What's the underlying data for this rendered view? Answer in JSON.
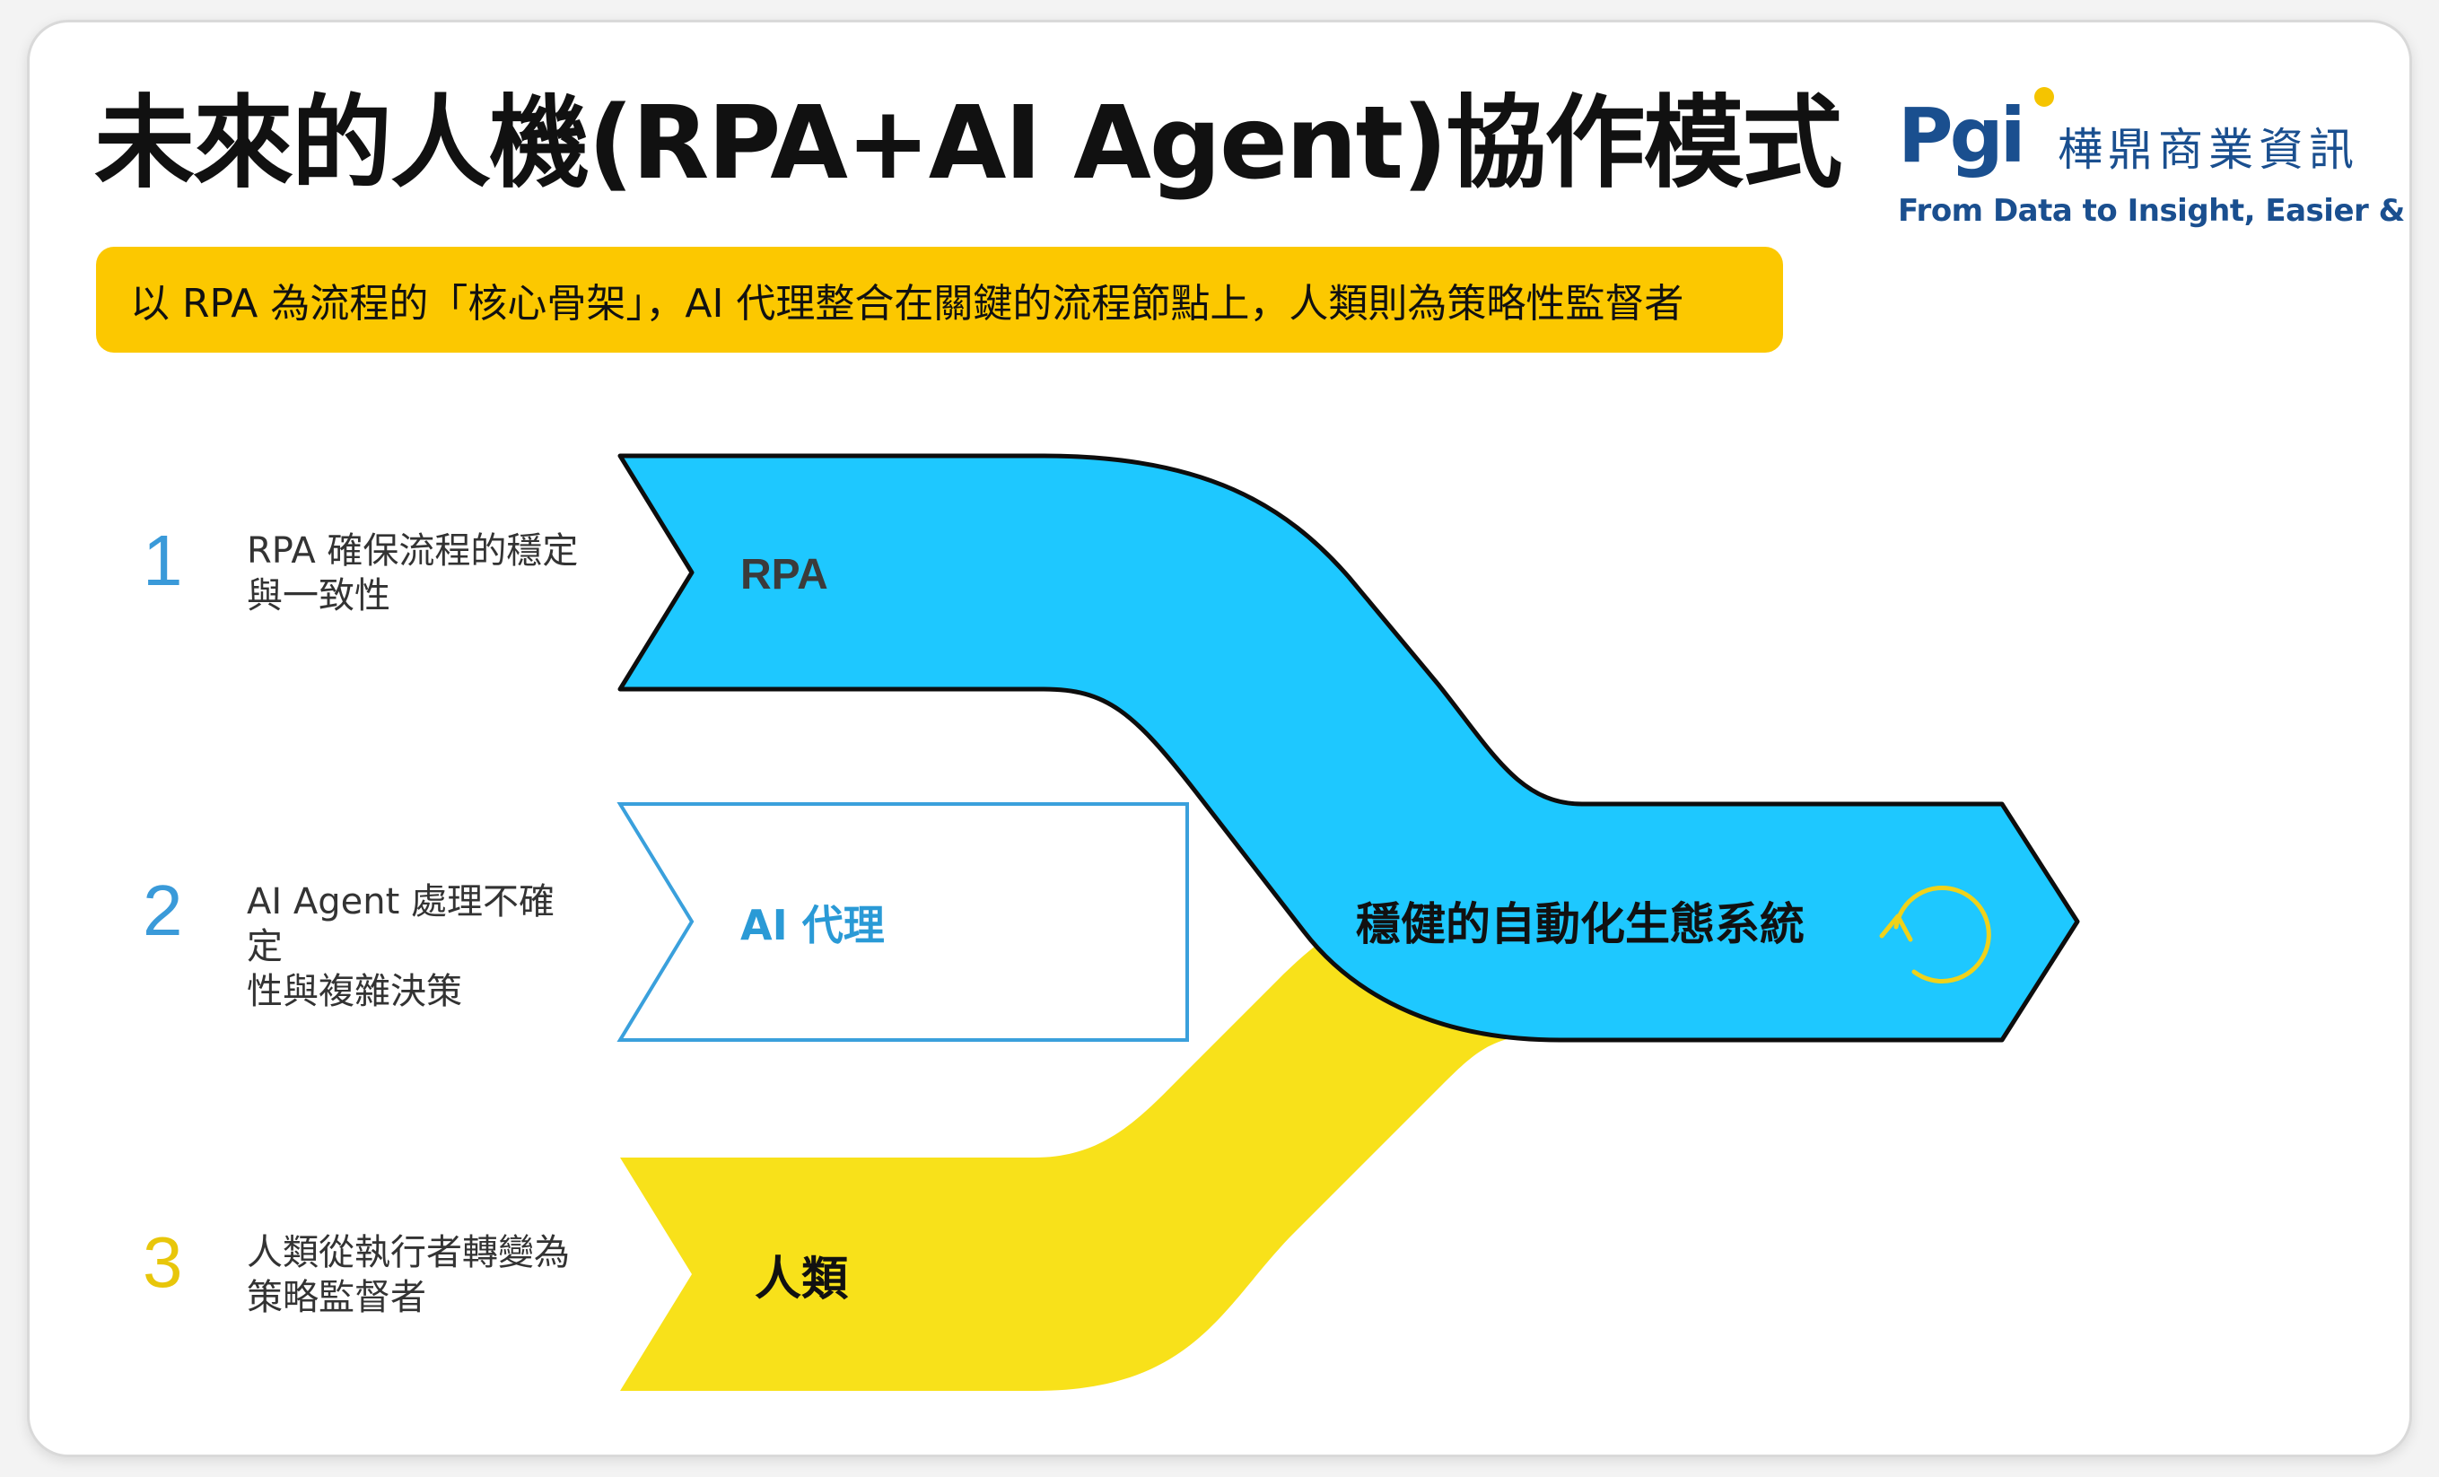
{
  "title": "未來的人機(RPA+AI Agent)協作模式",
  "logo": {
    "mark": "Pgi",
    "name": "樺鼎商業資訊",
    "tagline": "From Data to Insight, Easier & Faster"
  },
  "banner": "以 RPA 為流程的「核心骨架」，AI 代理整合在關鍵的流程節點上，人類則為策略性監督者",
  "steps": [
    {
      "number": "1",
      "line1": "RPA 確保流程的穩定",
      "line2": "與一致性",
      "color": "#3a9ad9"
    },
    {
      "number": "2",
      "line1": "AI Agent 處理不確定",
      "line2": "性與複雜決策",
      "color": "#3a9ad9"
    },
    {
      "number": "3",
      "line1": "人類從執行者轉變為",
      "line2": "策略監督者",
      "color": "#e8c60a"
    }
  ],
  "arrows": {
    "rpa_label": "RPA",
    "ai_label": "AI 代理",
    "human_label": "人類",
    "result_label": "穩健的自動化生態系統"
  },
  "colors": {
    "rpa": "#1ec8ff",
    "ai_outline": "#3aa0dc",
    "human": "#f8e11a",
    "banner": "#fcc800",
    "brand": "#1a4f8f",
    "cycle_icon": "#f0d21a"
  },
  "icons": {
    "cycle": "cycle-arrow-icon"
  }
}
